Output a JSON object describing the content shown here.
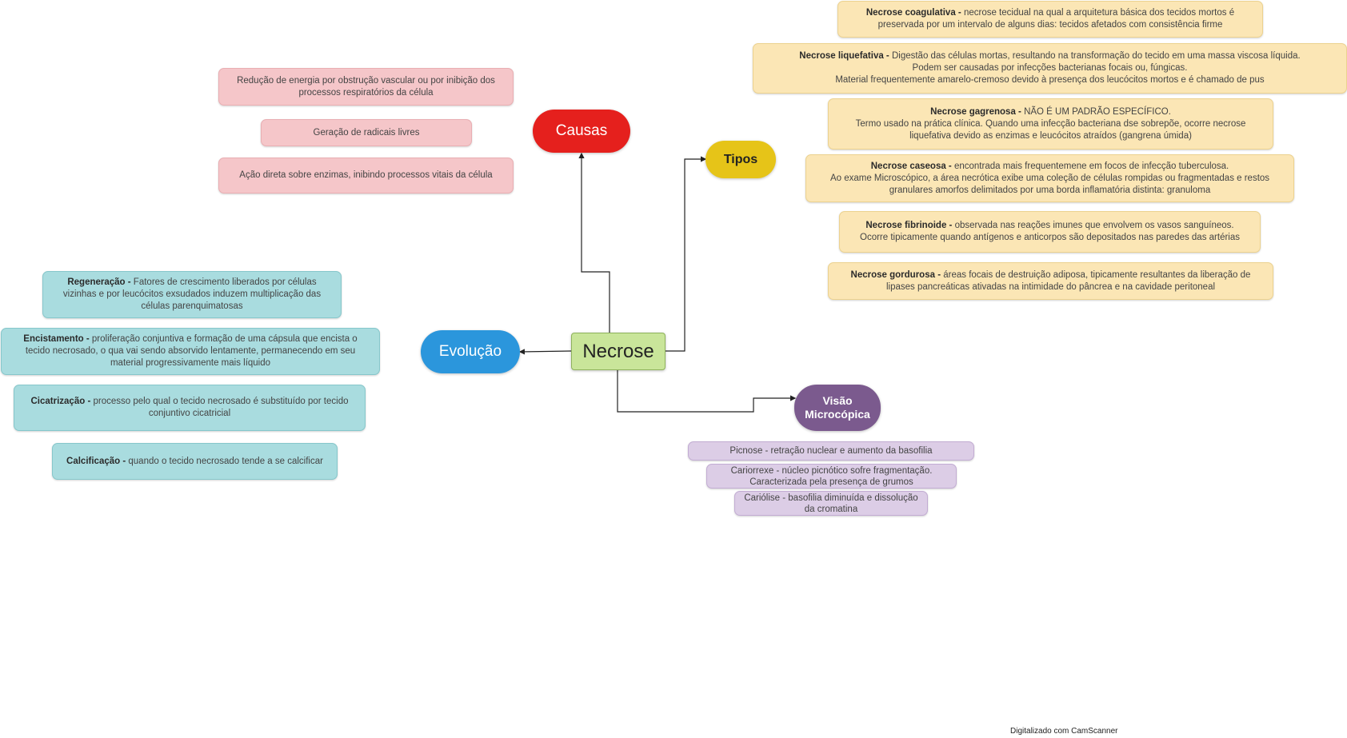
{
  "center": {
    "label": "Necrose"
  },
  "colors": {
    "causas": "#e5201d",
    "tipos": "#e6c418",
    "evolucao": "#2b96dc",
    "visao": "#7b5a8e",
    "center": "#c9e59a"
  },
  "causas": {
    "label": "Causas",
    "items": [
      {
        "text": [
          "Redução de energia por obstrução vascular ou por inibição dos",
          "processos respiratórios da célula"
        ]
      },
      {
        "text": [
          "Geração de radicais livres"
        ]
      },
      {
        "text": [
          "Ação direta sobre enzimas, inibindo processos vitais da célula"
        ]
      }
    ]
  },
  "tipos": {
    "label": "Tipos",
    "items": [
      {
        "title": "Necrose coagulativa -",
        "text": [
          " necrose tecidual na qual a arquitetura básica dos tecidos mortos é",
          "preservada por um intervalo de alguns dias: tecidos afetados com consistência firme"
        ]
      },
      {
        "title": "Necrose liquefativa -",
        "text": [
          " Digestão das células mortas, resultando na transformação do tecido em uma massa viscosa líquida.",
          "Podem ser causadas por infecções bacterianas focais ou, fúngicas.",
          "Material frequentemente amarelo-cremoso devido à presença dos leucócitos mortos e é chamado de pus"
        ]
      },
      {
        "title": "Necrose gagrenosa -",
        "text": [
          " NÃO É UM PADRÃO ESPECÍFICO.",
          "Termo usado na prática clínica. Quando uma infecção bacteriana dse sobrepõe, ocorre necrose",
          "liquefativa devido as enzimas e leucócitos atraídos (gangrena úmida)"
        ]
      },
      {
        "title": "Necrose caseosa -",
        "text": [
          " encontrada mais frequentemene em focos de infecção tuberculosa.",
          "Ao exame Microscópico, a área necrótica exibe uma coleção de células rompidas ou fragmentadas e restos",
          "granulares amorfos delimitados por uma borda inflamatória distinta: granuloma"
        ]
      },
      {
        "title": "Necrose fibrinoide -",
        "text": [
          " observada nas reações imunes que envolvem os vasos sanguíneos.",
          "Ocorre tipicamente quando antígenos e anticorpos são depositados nas paredes das artérias"
        ]
      },
      {
        "title": "Necrose gordurosa -",
        "text": [
          " áreas focais de destruição adiposa, tipicamente resultantes da liberação de",
          "lipases pancreáticas ativadas na intimidade do pâncrea e na cavidade peritoneal"
        ]
      }
    ]
  },
  "evolucao": {
    "label": "Evolução",
    "items": [
      {
        "title": "Regeneração -",
        "text": [
          " Fatores de crescimento liberados por células",
          "vizinhas e por leucócitos exsudados induzem multiplicação das",
          "células parenquimatosas"
        ]
      },
      {
        "title": "Encistamento -",
        "text": [
          " proliferação conjuntiva e formação de uma cápsula que encista o",
          "tecido necrosado, o qua vai sendo absorvido lentamente, permanecendo em seu",
          "material progressivamente mais líquido"
        ]
      },
      {
        "title": "Cicatrização -",
        "text": [
          " processo pelo qual o tecido necrosado é substituído por tecido",
          "conjuntivo cicatricial"
        ]
      },
      {
        "title": "Calcificação -",
        "text": [
          " quando o tecido necrosado tende a se calcificar"
        ]
      }
    ]
  },
  "visao": {
    "label": [
      "Visão",
      "Microcópica"
    ],
    "items": [
      {
        "text": [
          "Picnose - retração nuclear e aumento da basofilia"
        ]
      },
      {
        "text": [
          "Cariorrexe - núcleo picnótico sofre fragmentação.",
          "Caracterizada pela presença de grumos"
        ]
      },
      {
        "text": [
          "Cariólise - basofilia diminuída e dissolução",
          "da cromatina"
        ]
      }
    ]
  },
  "footer": "Digitalizado com CamScanner"
}
